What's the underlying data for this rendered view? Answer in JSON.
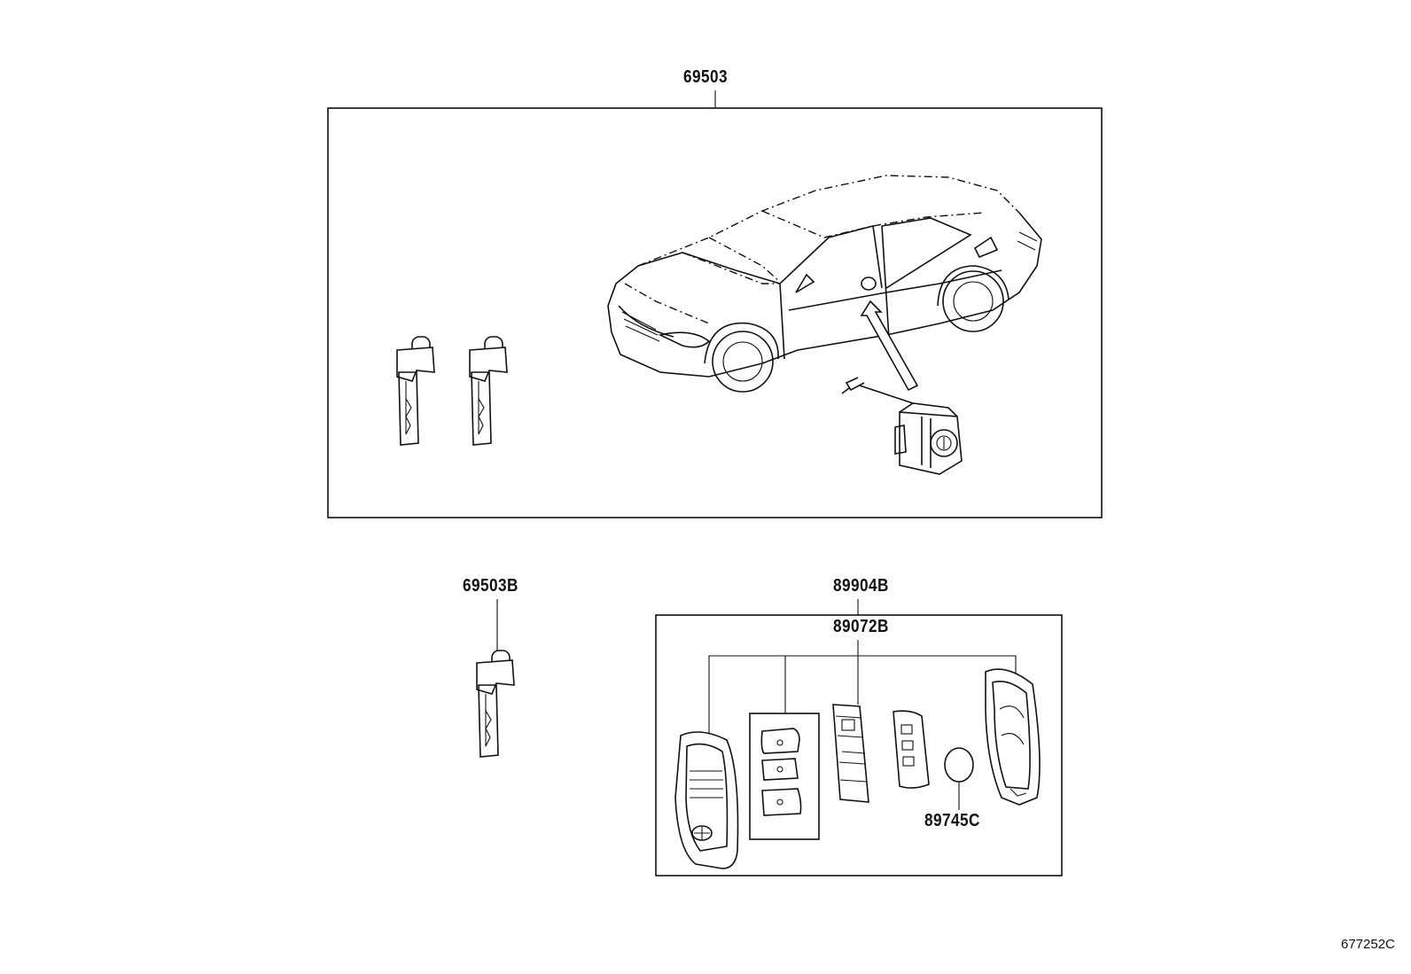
{
  "parts": {
    "lock_set": "69503",
    "key_blade": "69503B",
    "transmitter_assy": "89904B",
    "transmitter_case": "89072B",
    "battery": "89745C"
  },
  "reference_code": "677252C"
}
